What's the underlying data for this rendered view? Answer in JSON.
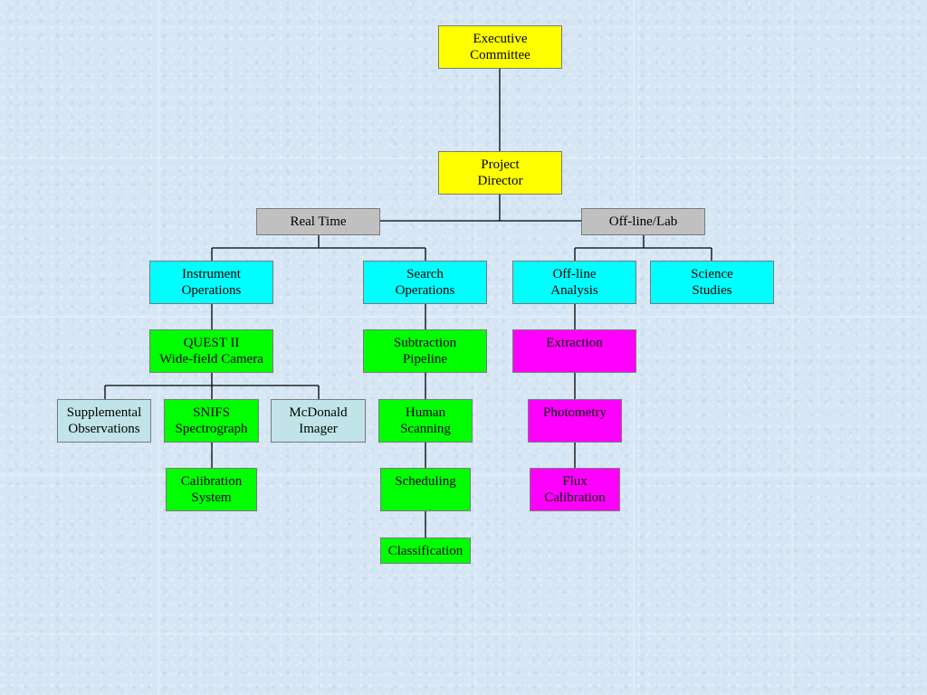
{
  "nodes": {
    "executive_committee": "Executive\nCommittee",
    "project_director": "Project\nDirector",
    "real_time": "Real Time",
    "offline_lab": "Off-line/Lab",
    "instrument_operations": "Instrument\nOperations",
    "search_operations": "Search\nOperations",
    "offline_analysis": "Off-line\nAnalysis",
    "science_studies": "Science\nStudies",
    "quest_camera": "QUEST II\nWide-field Camera",
    "subtraction_pipeline": "Subtraction\nPipeline",
    "extraction": "Extraction",
    "supplemental_observations": "Supplemental\nObservations",
    "snifs_spectrograph": "SNIFS\nSpectrograph",
    "mcdonald_imager": "McDonald\nImager",
    "human_scanning": "Human\nScanning",
    "photometry": "Photometry",
    "calibration_system": "Calibration\nSystem",
    "scheduling": "Scheduling",
    "flux_calibration": "Flux\nCalibration",
    "classification": "Classification"
  },
  "colors": {
    "yellow": "#ffff00",
    "gray": "#c0c0c0",
    "cyan": "#00ffff",
    "green": "#00ff00",
    "magenta": "#ff00ff",
    "light_cyan": "#c0e4e8",
    "connector": "#000000"
  },
  "edges": [
    [
      "executive_committee",
      "project_director"
    ],
    [
      "project_director",
      "real_time"
    ],
    [
      "project_director",
      "offline_lab"
    ],
    [
      "real_time",
      "instrument_operations"
    ],
    [
      "real_time",
      "search_operations"
    ],
    [
      "offline_lab",
      "offline_analysis"
    ],
    [
      "offline_lab",
      "science_studies"
    ],
    [
      "instrument_operations",
      "quest_camera"
    ],
    [
      "search_operations",
      "subtraction_pipeline"
    ],
    [
      "offline_analysis",
      "extraction"
    ],
    [
      "quest_camera",
      "supplemental_observations"
    ],
    [
      "quest_camera",
      "snifs_spectrograph"
    ],
    [
      "quest_camera",
      "mcdonald_imager"
    ],
    [
      "subtraction_pipeline",
      "human_scanning"
    ],
    [
      "extraction",
      "photometry"
    ],
    [
      "snifs_spectrograph",
      "calibration_system"
    ],
    [
      "human_scanning",
      "scheduling"
    ],
    [
      "photometry",
      "flux_calibration"
    ],
    [
      "scheduling",
      "classification"
    ]
  ]
}
